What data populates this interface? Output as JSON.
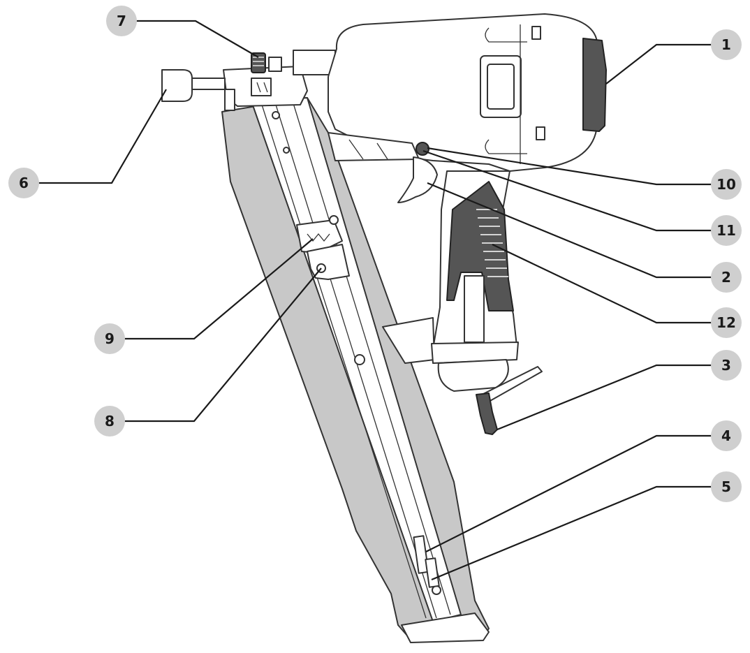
{
  "callouts": [
    {
      "id": "1",
      "label": "1"
    },
    {
      "id": "2",
      "label": "2"
    },
    {
      "id": "3",
      "label": "3"
    },
    {
      "id": "4",
      "label": "4"
    },
    {
      "id": "5",
      "label": "5"
    },
    {
      "id": "6",
      "label": "6"
    },
    {
      "id": "7",
      "label": "7"
    },
    {
      "id": "8",
      "label": "8"
    },
    {
      "id": "9",
      "label": "9"
    },
    {
      "id": "10",
      "label": "10"
    },
    {
      "id": "11",
      "label": "11"
    },
    {
      "id": "12",
      "label": "12"
    }
  ],
  "colors": {
    "callout_fill": "#cfcfcf",
    "line": "#1a1a1a",
    "magazine_fill": "#c8c8c8",
    "grip_fill": "#555555"
  }
}
